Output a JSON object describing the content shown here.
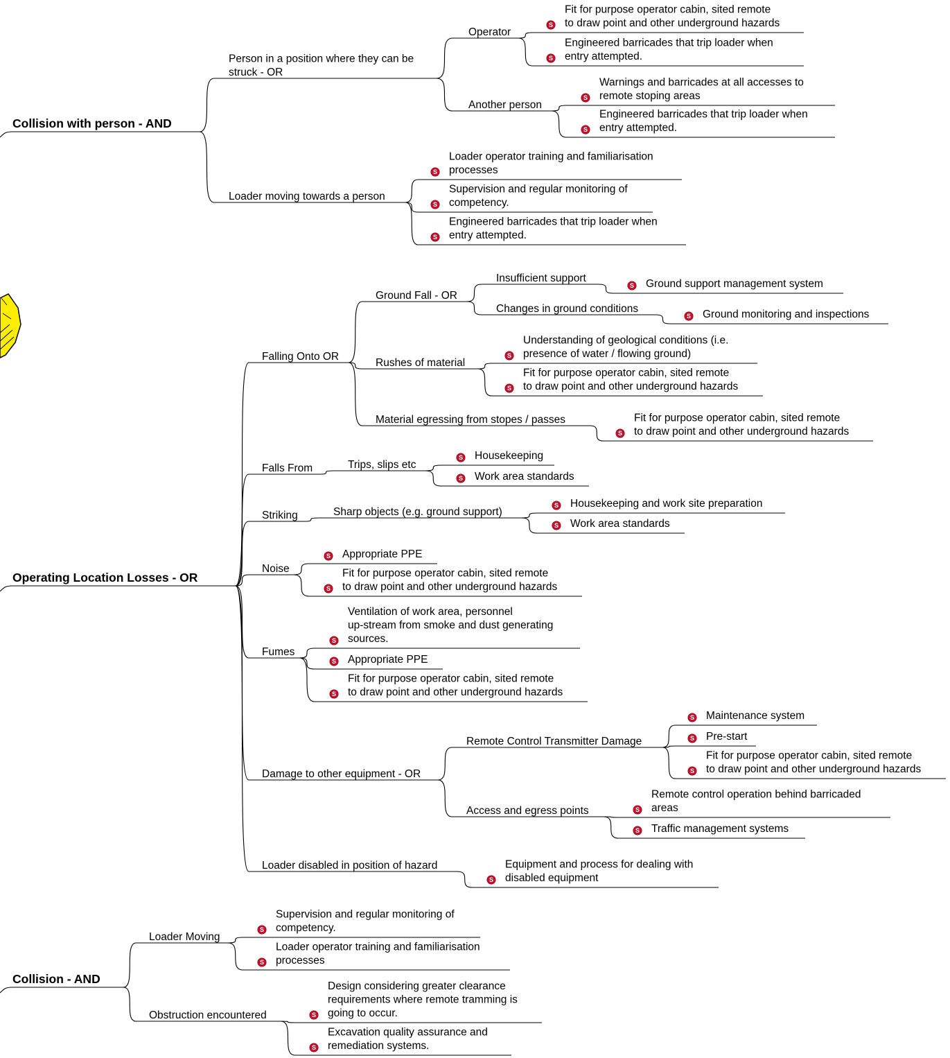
{
  "icon": "control-s-icon",
  "colors": {
    "icon_red": "#c8102e",
    "shape_yellow": "#ffee00"
  },
  "branches": [
    {
      "id": "collision-with-person",
      "label": "Collision with person - AND",
      "children": [
        {
          "id": "p1",
          "label": [
            "Person in a position where they can be",
            "struck - OR"
          ],
          "children": [
            {
              "id": "p1a",
              "label": [
                "Operator"
              ],
              "controls": [
                [
                  "Fit for purpose operator cabin, sited remote",
                  "to draw point and other underground hazards"
                ],
                [
                  "Engineered barricades that trip loader when",
                  "entry attempted."
                ]
              ]
            },
            {
              "id": "p1b",
              "label": [
                "Another person"
              ],
              "controls": [
                [
                  "Warnings and barricades at all accesses to",
                  "remote stoping areas"
                ],
                [
                  "Engineered barricades that trip loader when",
                  "entry attempted."
                ]
              ]
            }
          ]
        },
        {
          "id": "p2",
          "label": [
            "Loader moving towards a person"
          ],
          "controls": [
            [
              "Loader operator training and familiarisation",
              "processes"
            ],
            [
              "Supervision and regular monitoring of",
              "competency."
            ],
            [
              "Engineered barricades that trip loader when",
              "entry attempted."
            ]
          ]
        }
      ]
    },
    {
      "id": "operating-location-losses",
      "label": "Operating Location Losses - OR",
      "children": [
        {
          "id": "f",
          "label": [
            "Falling Onto OR"
          ],
          "children": [
            {
              "id": "fg",
              "label": [
                "Ground Fall - OR"
              ],
              "children": [
                {
                  "id": "fg1",
                  "label": [
                    "Insufficient support"
                  ],
                  "controls": [
                    [
                      "Ground support management system"
                    ]
                  ]
                },
                {
                  "id": "fg2",
                  "label": [
                    "Changes in ground conditions"
                  ],
                  "controls": [
                    [
                      "Ground monitoring and inspections"
                    ]
                  ]
                }
              ]
            },
            {
              "id": "fr",
              "label": [
                "Rushes of material"
              ],
              "controls": [
                [
                  "Understanding of geological conditions (i.e.",
                  "presence of water / flowing ground)"
                ],
                [
                  "Fit for purpose operator cabin, sited remote",
                  "to draw point and other underground hazards"
                ]
              ]
            },
            {
              "id": "fm",
              "label": [
                "Material egressing from stopes / passes"
              ],
              "controls": [
                [
                  "Fit for purpose operator cabin, sited remote",
                  "to draw point and other underground hazards"
                ]
              ]
            }
          ]
        },
        {
          "id": "ff",
          "label": [
            "Falls From"
          ],
          "children": [
            {
              "id": "ft",
              "label": [
                "Trips, slips etc"
              ],
              "controls": [
                [
                  "Housekeeping"
                ],
                [
                  "Work area standards"
                ]
              ]
            }
          ]
        },
        {
          "id": "st",
          "label": [
            "Striking"
          ],
          "children": [
            {
              "id": "sh",
              "label": [
                "Sharp objects (e.g. ground support)"
              ],
              "controls": [
                [
                  "Housekeeping and work site preparation"
                ],
                [
                  "Work area standards"
                ]
              ]
            }
          ]
        },
        {
          "id": "no",
          "label": [
            "Noise"
          ],
          "controls": [
            [
              "Appropriate PPE"
            ],
            [
              "Fit for purpose operator cabin, sited remote",
              "to draw point and other underground hazards"
            ]
          ]
        },
        {
          "id": "fu",
          "label": [
            "Fumes"
          ],
          "controls": [
            [
              "Ventilation of work area, personnel",
              "up-stream from smoke and dust generating",
              "sources."
            ],
            [
              "Appropriate PPE"
            ],
            [
              "Fit for purpose operator cabin, sited remote",
              "to draw point and other underground hazards"
            ]
          ]
        },
        {
          "id": "dm",
          "label": [
            "Damage to other equipment - OR"
          ],
          "children": [
            {
              "id": "rc",
              "label": [
                "Remote Control Transmitter Damage"
              ],
              "controls": [
                [
                  "Maintenance system"
                ],
                [
                  "Pre-start"
                ],
                [
                  "Fit for purpose operator cabin, sited remote",
                  "to draw point and other underground hazards"
                ]
              ]
            },
            {
              "id": "ae",
              "label": [
                "Access and egress points"
              ],
              "controls": [
                [
                  "Remote control operation behind barricaded",
                  "areas"
                ],
                [
                  "Traffic management systems"
                ]
              ]
            }
          ]
        },
        {
          "id": "ld",
          "label": [
            "Loader disabled in position of hazard"
          ],
          "controls": [
            [
              "Equipment and process for dealing with",
              "disabled equipment"
            ]
          ]
        }
      ]
    },
    {
      "id": "collision",
      "label": "Collision  - AND",
      "children": [
        {
          "id": "lm",
          "label": [
            "Loader Moving"
          ],
          "controls": [
            [
              "Supervision and regular monitoring of",
              "competency."
            ],
            [
              "Loader operator training and familiarisation",
              "processes"
            ]
          ]
        },
        {
          "id": "ob",
          "label": [
            "Obstruction encountered"
          ],
          "controls": [
            [
              "Design considering greater clearance",
              "requirements where remote tramming is",
              "going to occur."
            ],
            [
              "Excavation quality assurance and",
              "remediation systems."
            ]
          ]
        }
      ]
    }
  ]
}
